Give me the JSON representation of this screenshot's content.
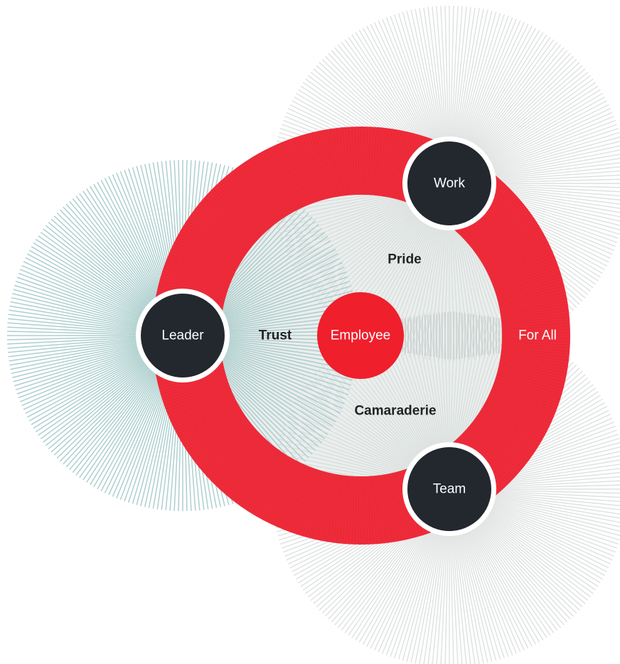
{
  "diagram": {
    "center": "Employee",
    "nodes": {
      "work": "Work",
      "leader": "Leader",
      "team": "Team"
    },
    "dimensions": {
      "pride": "Pride",
      "trust": "Trust",
      "camaraderie": "Camaraderie",
      "for_all": "For All"
    }
  },
  "colors": {
    "ring": "#ef2b3a",
    "center": "#ef1f2c",
    "node": "#23272e",
    "node_border": "#ffffff",
    "teal_burst": "#9fc7c6",
    "grey_burst": "#d9dedd",
    "inner_fill": "#eaeeed"
  }
}
